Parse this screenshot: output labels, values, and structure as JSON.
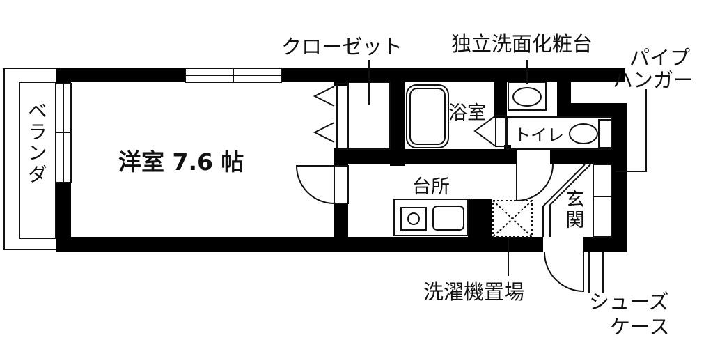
{
  "rooms": {
    "western": "洋室 7.6 帖",
    "bath": "浴室",
    "toilet": "トイレ",
    "kitchen": "台所",
    "entrance": "玄関",
    "balcony": "ベランダ"
  },
  "callouts": {
    "closet": "クローゼット",
    "vanity": "独立洗面化粧台",
    "pipe_hanger_1": "パイプ",
    "pipe_hanger_2": "ハンガー",
    "washer": "洗濯機置場",
    "shoe_case_1": "シューズ",
    "shoe_case_2": "ケース"
  },
  "colors": {
    "wall": "#000000",
    "background": "#ffffff"
  }
}
